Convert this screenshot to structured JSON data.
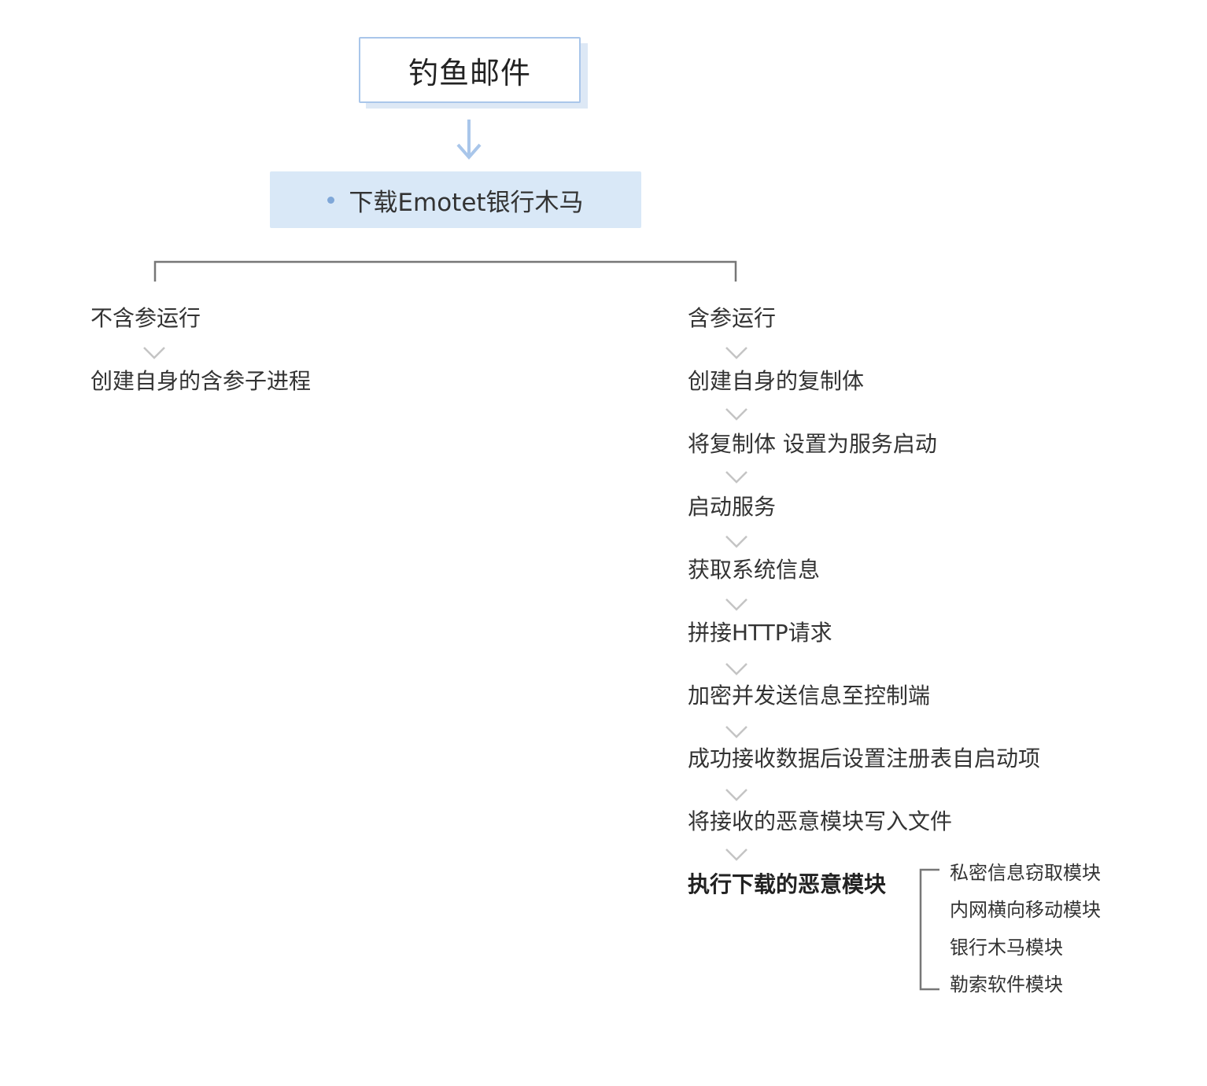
{
  "top": {
    "title": "钓鱼邮件"
  },
  "second": {
    "label": "下载Emotet银行木马"
  },
  "left_branch": {
    "header": "不含参运行",
    "steps": [
      "创建自身的含参子进程"
    ]
  },
  "right_branch": {
    "header": "含参运行",
    "steps": [
      "创建自身的复制体",
      "将复制体 设置为服务启动",
      "启动服务",
      "获取系统信息",
      "拼接HTTP请求",
      "加密并发送信息至控制端",
      "成功接收数据后设置注册表自启动项",
      "将接收的恶意模块写入文件"
    ],
    "final_step": "执行下载的恶意模块",
    "modules": [
      "私密信息窃取模块",
      "内网横向移动模块",
      "银行木马模块",
      "勒索软件模块"
    ]
  },
  "colors": {
    "box_border": "#a9c6ea",
    "box_fill": "#d9e8f7",
    "arrow": "#a9c6ea",
    "bracket": "#777777",
    "chevron": "#c4c4c4"
  }
}
